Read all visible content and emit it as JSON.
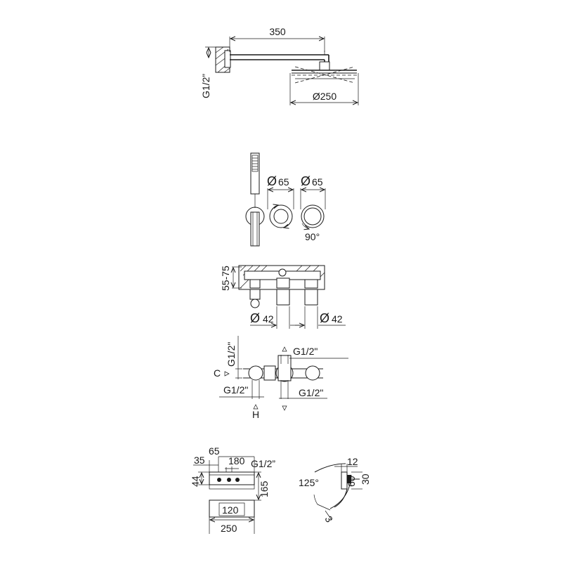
{
  "shower_head": {
    "arm_length": "350",
    "head_diameter": "Ø250",
    "connection": "G1/2”"
  },
  "mixer_faces": {
    "left_diameter": "65",
    "right_diameter": "65",
    "rotation": "90°"
  },
  "wall_section": {
    "wall_depth": "55-75",
    "left_body_diameter": "42",
    "right_body_diameter": "42"
  },
  "connections": {
    "top_left": "G1/2\"",
    "top_right": "G1/2\"",
    "bottom_left": "G1/2\"",
    "bottom_right": "G1/2\"",
    "cold_label": "C",
    "hot_label": "H"
  },
  "install_box": {
    "dim_35": "35",
    "dim_65": "65",
    "dim_180": "180",
    "connection": "G1/2”",
    "dim_44": "44",
    "dim_165": "165",
    "dim_120": "120",
    "dim_250": "250"
  },
  "spout": {
    "dim_12": "12",
    "dim_60": "60",
    "dim_30": "30",
    "angle": "125°",
    "dim_3": "3"
  }
}
